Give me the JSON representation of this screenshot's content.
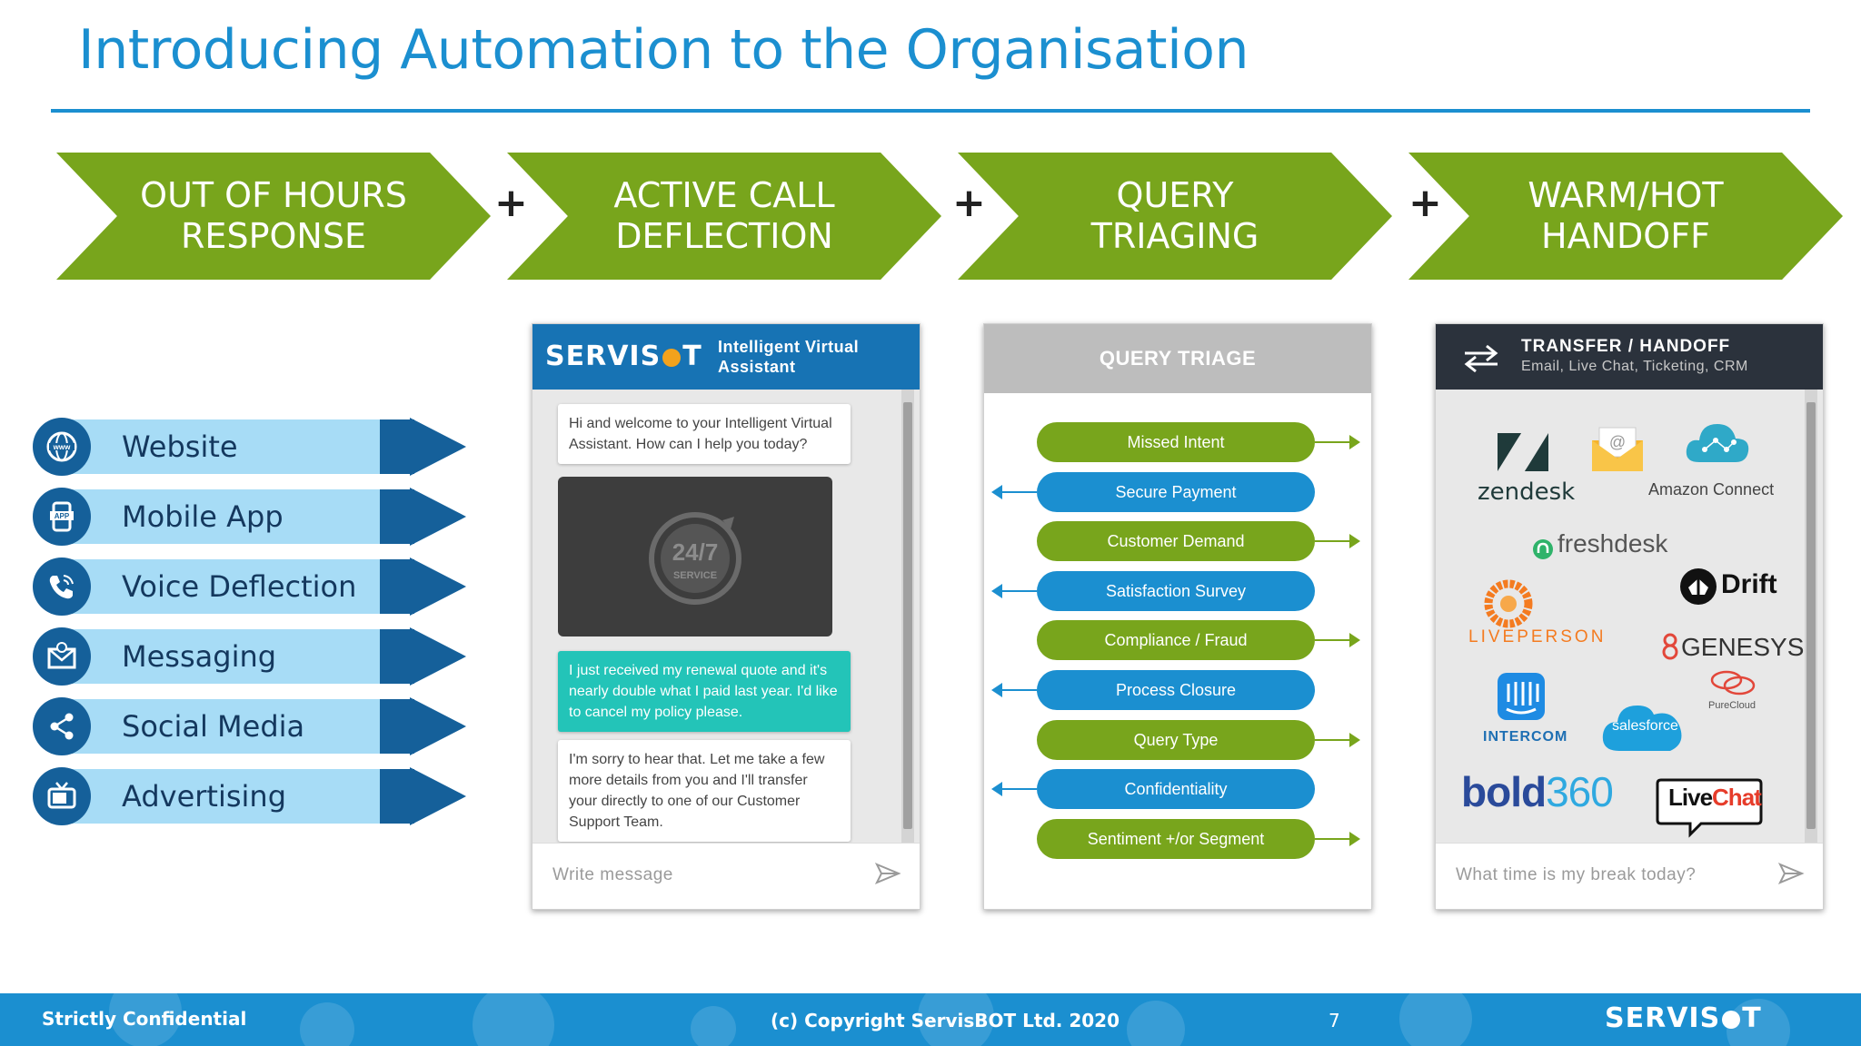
{
  "slide": {
    "title": "Introducing Automation to the Organisation"
  },
  "colors": {
    "accent_blue": "#1b8fd0",
    "chevron_green": "#78a51c",
    "channel_navy": "#15609a",
    "channel_light": "#a7dcf6",
    "teal_bubble": "#23c4b8"
  },
  "chevrons": [
    {
      "line1": "OUT OF HOURS",
      "line2": "RESPONSE"
    },
    {
      "line1": "ACTIVE CALL",
      "line2": "DEFLECTION"
    },
    {
      "line1": "QUERY",
      "line2": "TRIAGING"
    },
    {
      "line1": "WARM/HOT",
      "line2": "HANDOFF"
    }
  ],
  "plus_sign": "+",
  "channels": [
    {
      "label": "Website",
      "icon": "globe-www-icon"
    },
    {
      "label": "Mobile App",
      "icon": "mobile-app-icon"
    },
    {
      "label": "Voice Deflection",
      "icon": "phone-icon"
    },
    {
      "label": "Messaging",
      "icon": "envelope-icon"
    },
    {
      "label": "Social Media",
      "icon": "share-icon"
    },
    {
      "label": "Advertising",
      "icon": "tv-icon"
    }
  ],
  "bot_panel": {
    "logo_text_left": "SERVIS",
    "logo_text_right": "T",
    "header_line1": "Intelligent Virtual",
    "header_line2": "Assistant",
    "messages": [
      "Hi and welcome to your Intelligent Virtual Assistant. How can I help you today?",
      "I just received my renewal quote and it's nearly double what I paid last year. I'd like to cancel my policy please.",
      "I'm sorry to hear that. Let me take a few more details from you and I'll transfer your directly to one of our Customer Support Team."
    ],
    "video_badge_main": "24/7",
    "video_badge_sub": "SERVICE",
    "input_placeholder": "Write message"
  },
  "triage_panel": {
    "header": "QUERY TRIAGE",
    "items": [
      {
        "label": "Missed Intent",
        "color": "green",
        "direction": "right"
      },
      {
        "label": "Secure Payment",
        "color": "blue",
        "direction": "left"
      },
      {
        "label": "Customer Demand",
        "color": "green",
        "direction": "right"
      },
      {
        "label": "Satisfaction Survey",
        "color": "blue",
        "direction": "left"
      },
      {
        "label": "Compliance / Fraud",
        "color": "green",
        "direction": "right"
      },
      {
        "label": "Process Closure",
        "color": "blue",
        "direction": "left"
      },
      {
        "label": "Query Type",
        "color": "green",
        "direction": "right"
      },
      {
        "label": "Confidentiality",
        "color": "blue",
        "direction": "left"
      },
      {
        "label": "Sentiment +/or Segment",
        "color": "green",
        "direction": "right"
      }
    ]
  },
  "transfer_panel": {
    "title": "TRANSFER  / HANDOFF",
    "subtitle": "Email, Live Chat, Ticketing, CRM",
    "brands": {
      "zendesk": "zendesk",
      "amazon": "Amazon Connect",
      "freshdesk": "freshdesk",
      "drift": "Drift",
      "liveperson": "LIVEPERSON",
      "genesys": "GENESYS",
      "purecloud": "PureCloud",
      "intercom": "INTERCOM",
      "salesforce": "salesforce",
      "bold_a": "bold",
      "bold_b": "360",
      "livechat_a": "Live",
      "livechat_b": "Chat"
    },
    "input_placeholder": "What time is my break today?"
  },
  "footer": {
    "confidential": "Strictly Confidential",
    "copyright": "(c) Copyright ServisBOT Ltd. 2020",
    "page_number": "7",
    "logo_left": "SERVIS",
    "logo_right": "T"
  }
}
